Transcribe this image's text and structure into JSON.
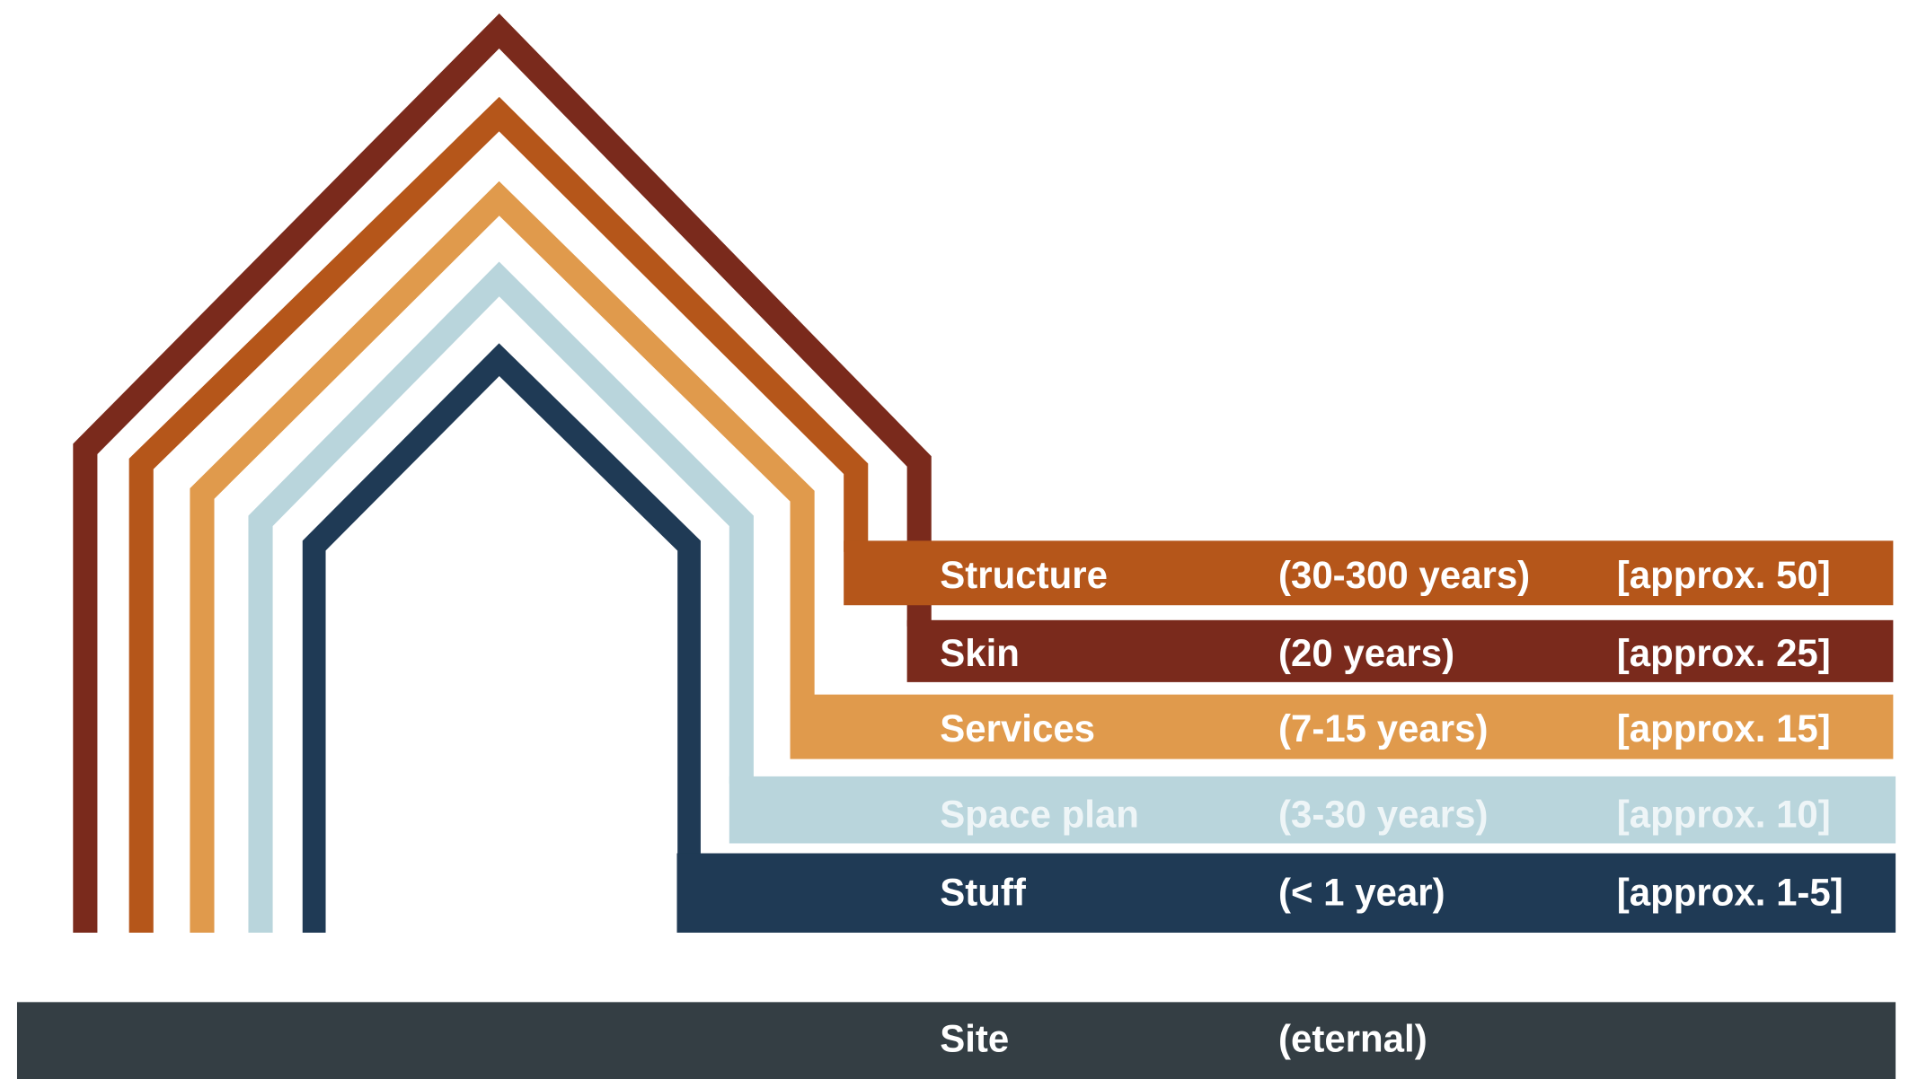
{
  "layers": [
    {
      "id": "structure",
      "label": "Structure",
      "period": "(30-300 years)",
      "approx": "[approx. 50]",
      "color": "#b5561a",
      "text_color": "#ffffff"
    },
    {
      "id": "skin",
      "label": "Skin",
      "period": "(20 years)",
      "approx": "[approx. 25]",
      "color": "#7a2a1c",
      "text_color": "#ffffff"
    },
    {
      "id": "services",
      "label": "Services",
      "period": "(7-15 years)",
      "approx": "[approx. 15]",
      "color": "#e09a4c",
      "text_color": "#ffffff"
    },
    {
      "id": "space-plan",
      "label": "Space plan",
      "period": "(3-30 years)",
      "approx": "[approx. 10]",
      "color": "#b9d5dc",
      "text_color": "#eef5f7"
    },
    {
      "id": "stuff",
      "label": "Stuff",
      "period": "(< 1 year)",
      "approx": "[approx. 1-5]",
      "color": "#1f3a55",
      "text_color": "#ffffff"
    }
  ],
  "site": {
    "label": "Site",
    "period": "(eternal)",
    "color": "#343e44"
  }
}
